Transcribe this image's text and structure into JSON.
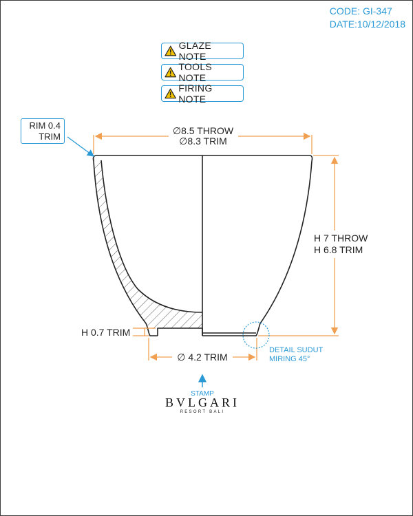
{
  "header": {
    "code": "CODE: GI-347",
    "date": "DATE:10/12/2018"
  },
  "notes": [
    {
      "label": "GLAZE NOTE",
      "icon": "warning-icon"
    },
    {
      "label": "TOOLS NOTE",
      "icon": "warning-icon"
    },
    {
      "label": "FIRING NOTE",
      "icon": "warning-icon"
    }
  ],
  "rim": {
    "line1": "RIM 0.4",
    "line2": "TRIM"
  },
  "dimensions": {
    "diameter_top_throw": "∅8.5 THROW",
    "diameter_top_trim": "∅8.3 TRIM",
    "height_throw": "H 7 THROW",
    "height_trim": "H 6.8 TRIM",
    "foot_height": "H 0.7 TRIM",
    "foot_diameter": "∅ 4.2 TRIM"
  },
  "detail": {
    "line1": "DETAIL SUDUT",
    "line2": "MIRING 45°"
  },
  "stamp": {
    "label": "STAMP",
    "brand": "BVLGARI",
    "sub": "RESORT BALI"
  },
  "colors": {
    "accent": "#2a9ad6",
    "dimension": "#f0a050",
    "line": "#222222"
  }
}
